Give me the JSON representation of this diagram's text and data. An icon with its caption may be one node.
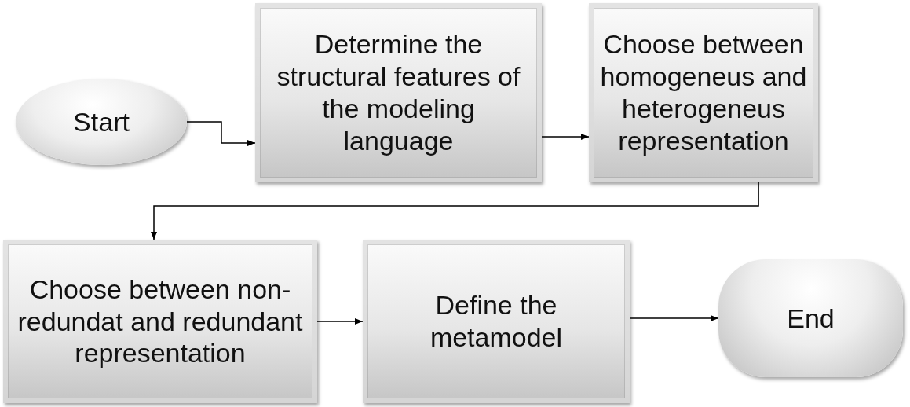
{
  "diagram": {
    "nodes": [
      {
        "text": [
          "Start"
        ]
      },
      {
        "text": [
          "Determine the structural features of the modeling language"
        ]
      },
      {
        "text": [
          "Choose between homogeneus and heterogeneus representation"
        ]
      },
      {
        "text": [
          "Choose between non-redundat and redundant representation"
        ]
      },
      {
        "text": [
          "Define the metamodel"
        ]
      },
      {
        "text": [
          "End"
        ]
      }
    ],
    "edges": [
      {
        "from": 0,
        "to": 1,
        "arrow": "to"
      },
      {
        "from": 1,
        "to": 2,
        "arrow": "to"
      },
      {
        "from": 2,
        "to": 3,
        "arrow": "to"
      },
      {
        "from": 3,
        "to": 4,
        "arrow": "to"
      },
      {
        "from": 4,
        "to": 5,
        "arrow": "to"
      }
    ]
  }
}
